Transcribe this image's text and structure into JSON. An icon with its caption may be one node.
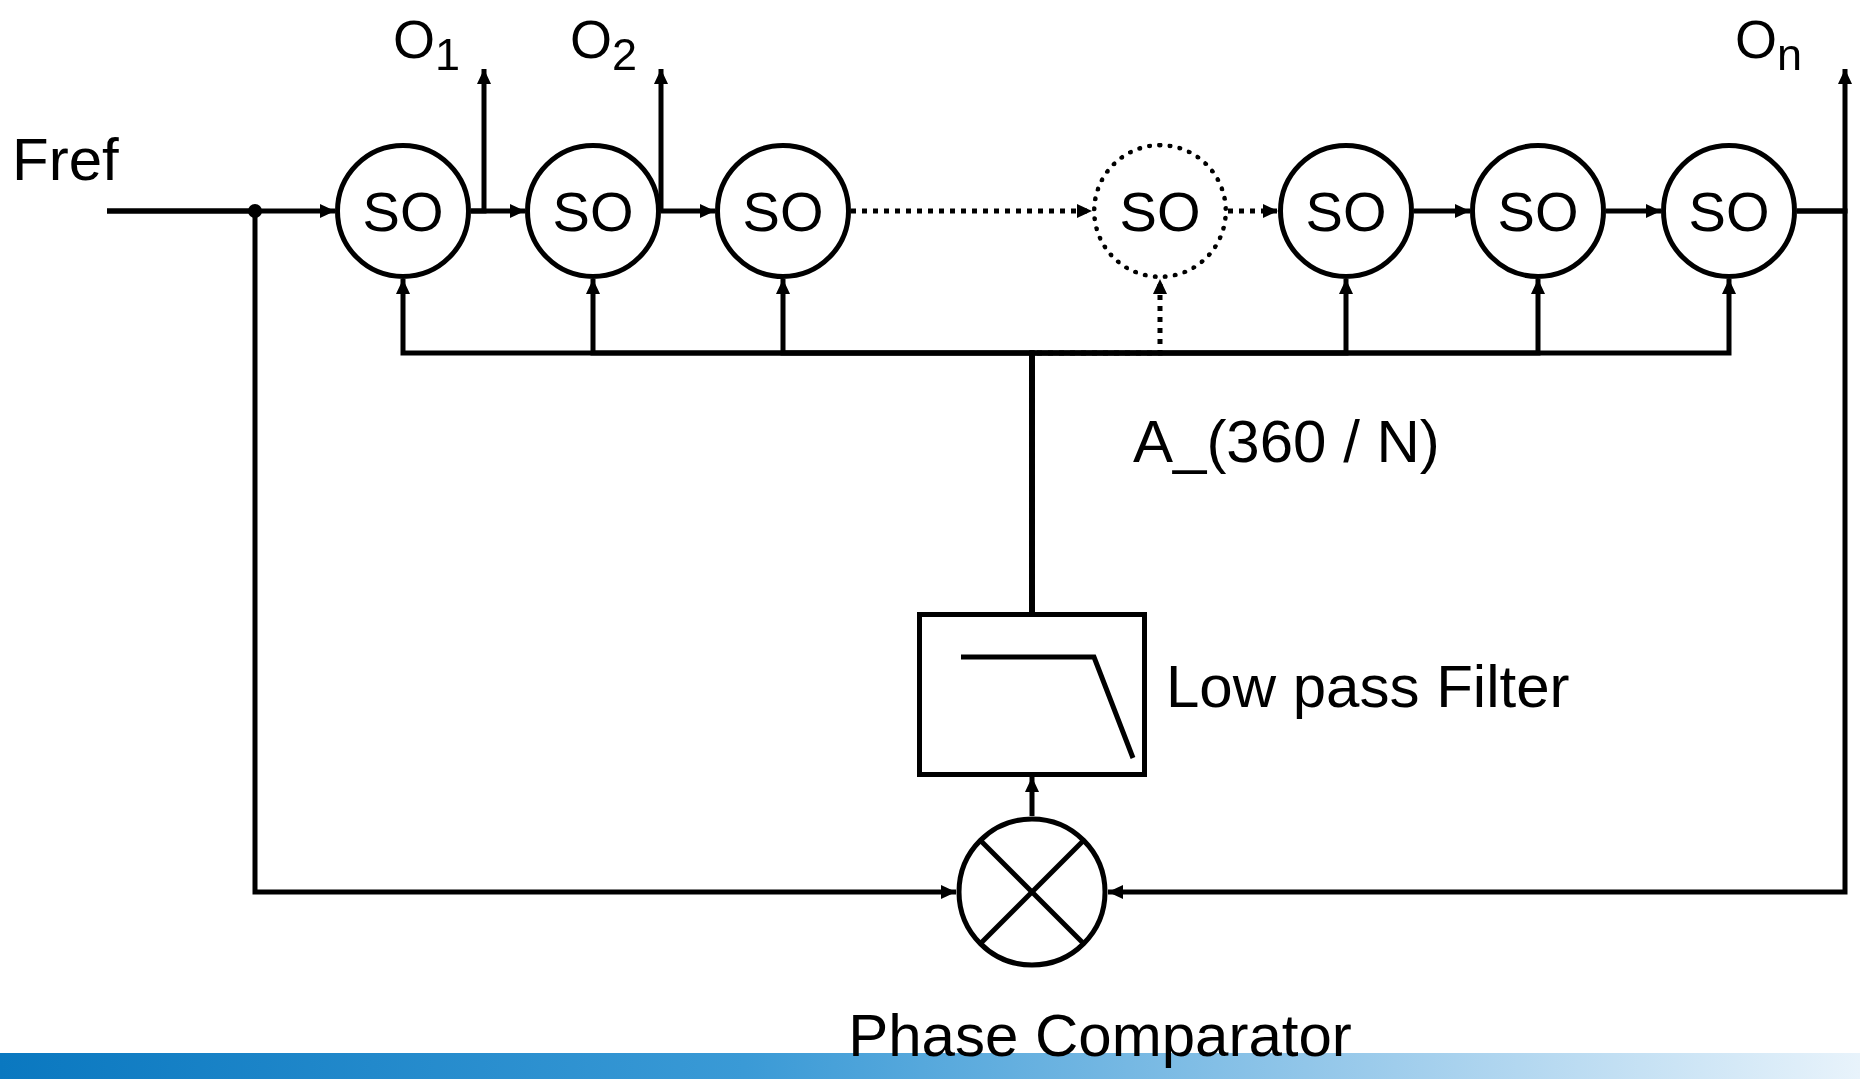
{
  "diagram": {
    "nodes": [
      {
        "text": [
          "O$_{1}$"
        ]
      },
      {
        "text": [
          "O$_{2}$"
        ]
      },
      {
        "text": [
          "O$_{n}$"
        ]
      },
      {
        "text": [
          "Fref"
        ]
      },
      {
        "text": [
          "SO"
        ]
      },
      {
        "text": [
          "SO"
        ]
      },
      {
        "text": [
          "SO"
        ]
      },
      {
        "text": [
          "SO"
        ]
      },
      {
        "text": [
          "SO"
        ]
      },
      {
        "text": [
          "SO"
        ]
      },
      {
        "text": [
          "SO"
        ]
      },
      {
        "text": [
          "Low pass Filter"
        ]
      },
      {
        "text": [
          "Phase Comparator"
        ]
      }
    ],
    "edges": [
      {
        "from": 3,
        "to": 4,
        "arrow": "to"
      },
      {
        "from": 3,
        "to": 12,
        "arrow": "to"
      },
      {
        "from": 4,
        "to": 5,
        "arrow": "to"
      },
      {
        "from": 5,
        "to": 6,
        "arrow": "to"
      },
      {
        "from": 6,
        "to": 7,
        "arrow": "to",
        "style": "dashed"
      },
      {
        "from": 7,
        "to": 8,
        "arrow": "to",
        "style": "dashed"
      },
      {
        "from": 8,
        "to": 9,
        "arrow": "to"
      },
      {
        "from": 9,
        "to": 10,
        "arrow": "to"
      },
      {
        "from": 4,
        "to": 0,
        "arrow": "to"
      },
      {
        "from": 5,
        "to": 1,
        "arrow": "to"
      },
      {
        "from": 10,
        "to": 2,
        "arrow": "to"
      },
      {
        "from": 10,
        "to": 12,
        "arrow": "to"
      },
      {
        "from": 12,
        "to": 11,
        "arrow": "to"
      },
      {
        "from": 11,
        "to": 4,
        "arrow": "to"
      },
      {
        "from": 11,
        "to": 5,
        "arrow": "to"
      },
      {
        "from": 11,
        "to": 6,
        "arrow": "to"
      },
      {
        "from": 11,
        "to": 7,
        "arrow": "to",
        "style": "dashed"
      },
      {
        "from": 11,
        "to": 8,
        "arrow": "to"
      },
      {
        "from": 11,
        "to": 9,
        "arrow": "to"
      },
      {
        "from": 11,
        "to": 10,
        "arrow": "to"
      }
    ],
    "labels": [
      "A_(360 / N)"
    ]
  }
}
